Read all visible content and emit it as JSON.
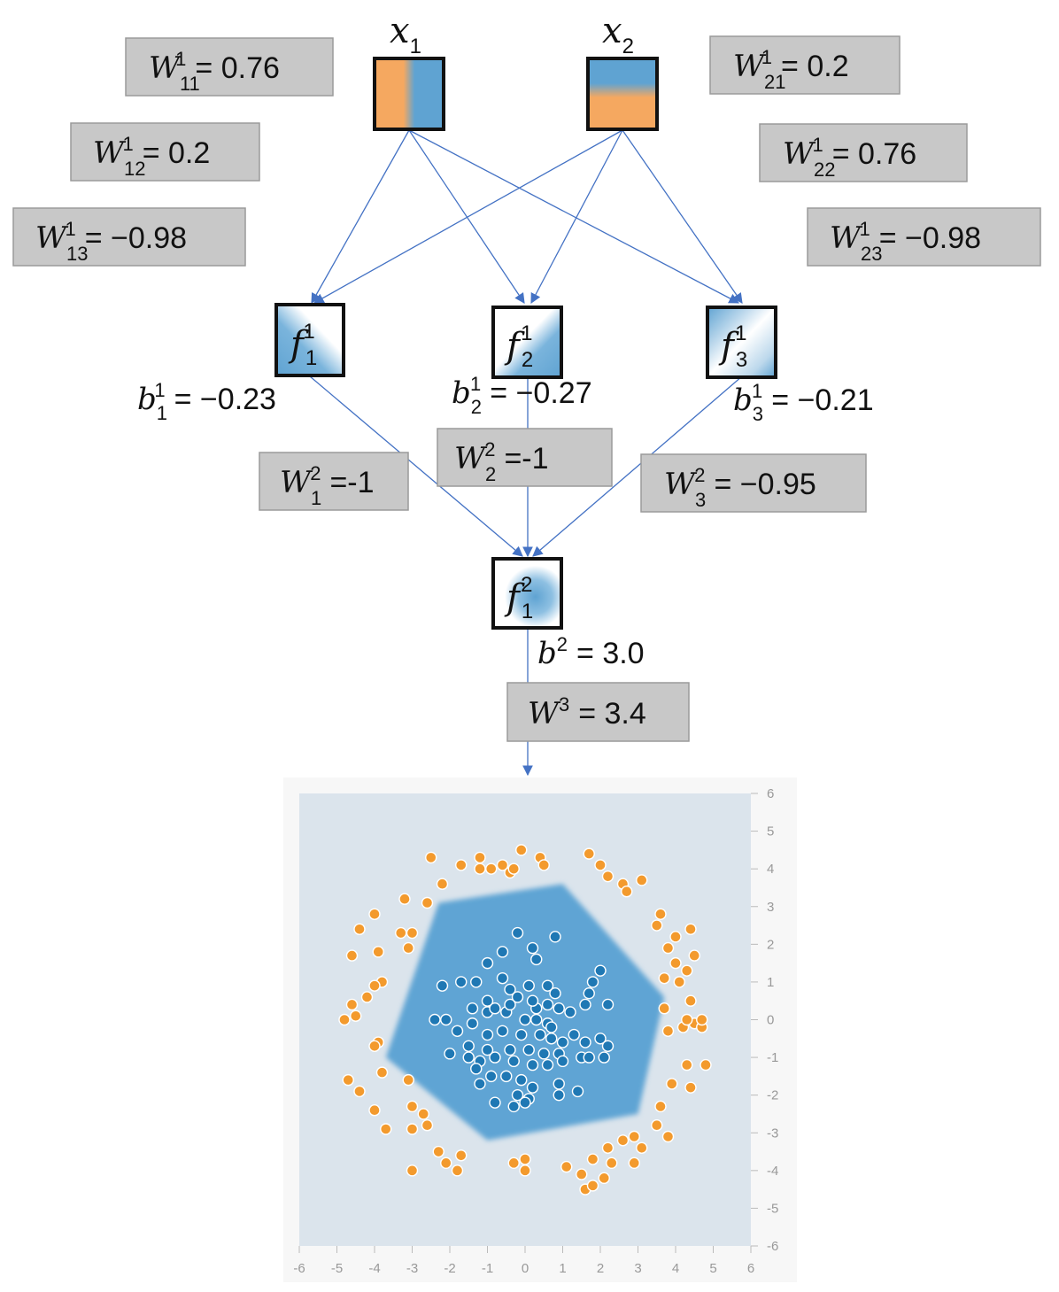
{
  "inputs": [
    {
      "id": "x1",
      "label": "x",
      "sub": "1"
    },
    {
      "id": "x2",
      "label": "x",
      "sub": "2"
    }
  ],
  "weights_layer1": [
    {
      "id": "w11",
      "base": "W",
      "sub": "11",
      "sup": "1",
      "value": "= 0.76"
    },
    {
      "id": "w12",
      "base": "W",
      "sub": "12",
      "sup": "1",
      "value": "= 0.2"
    },
    {
      "id": "w13",
      "base": "W",
      "sub": "13",
      "sup": "1",
      "value": "= −0.98"
    },
    {
      "id": "w21",
      "base": "W",
      "sub": "21",
      "sup": "1",
      "value": "= 0.2"
    },
    {
      "id": "w22",
      "base": "W",
      "sub": "22",
      "sup": "1",
      "value": "= 0.76"
    },
    {
      "id": "w23",
      "base": "W",
      "sub": "23",
      "sup": "1",
      "value": "= −0.98"
    }
  ],
  "hidden": [
    {
      "id": "f11",
      "label": "f",
      "sub": "1",
      "sup": "1"
    },
    {
      "id": "f21",
      "label": "f",
      "sub": "2",
      "sup": "1"
    },
    {
      "id": "f31",
      "label": "f",
      "sub": "3",
      "sup": "1"
    }
  ],
  "biases_layer1": [
    {
      "id": "b1",
      "base": "b",
      "sub": "1",
      "sup": "1",
      "value": "= −0.23"
    },
    {
      "id": "b2",
      "base": "b",
      "sub": "2",
      "sup": "1",
      "value": "= −0.27"
    },
    {
      "id": "b3",
      "base": "b",
      "sub": "3",
      "sup": "1",
      "value": "= −0.21"
    }
  ],
  "weights_layer2": [
    {
      "id": "w1",
      "base": "W",
      "sub": "1",
      "sup": "2",
      "value": "=-1"
    },
    {
      "id": "w2",
      "base": "W",
      "sub": "2",
      "sup": "2",
      "value": "=-1"
    },
    {
      "id": "w3",
      "base": "W",
      "sub": "3",
      "sup": "2",
      "value": "= −0.95"
    }
  ],
  "output_node": {
    "label": "f",
    "sub": "1",
    "sup": "2"
  },
  "bias2": {
    "base": "b",
    "sup": "2",
    "value": "= 3.0"
  },
  "weight3": {
    "base": "W",
    "sup": "3",
    "value": "= 3.4"
  },
  "colors": {
    "orange": "#f5a860",
    "blue": "#5fa3d2",
    "edge": "#4472c4",
    "plot_bg": "#dbe4ec",
    "region": "#5ea4d4",
    "point_orange": "#f39a2d",
    "point_blue": "#1f78b4"
  },
  "chart_data": {
    "type": "scatter",
    "xlim": [
      -6,
      6
    ],
    "ylim": [
      -6,
      6
    ],
    "x_ticks": [
      "-6",
      "-5",
      "-4",
      "-3",
      "-2",
      "-1",
      "0",
      "1",
      "2",
      "3",
      "4",
      "5",
      "6"
    ],
    "y_ticks": [
      "6",
      "5",
      "4",
      "3",
      "2",
      "1",
      "0",
      "-1",
      "-2",
      "-3",
      "-4",
      "-5",
      "-6"
    ],
    "decision_region_polygon": [
      [
        -2.3,
        3.1
      ],
      [
        1.0,
        3.6
      ],
      [
        3.7,
        0.6
      ],
      [
        3.0,
        -2.5
      ],
      [
        -1.0,
        -3.2
      ],
      [
        -3.7,
        -1.0
      ]
    ],
    "series": [
      {
        "class": "orange",
        "points": [
          [
            -2.5,
            4.3
          ],
          [
            -1.7,
            4.1
          ],
          [
            -1.2,
            4.0
          ],
          [
            -0.9,
            4.0
          ],
          [
            -0.4,
            3.9
          ],
          [
            -0.3,
            4.0
          ],
          [
            -0.1,
            4.5
          ],
          [
            0.4,
            4.3
          ],
          [
            0.5,
            4.1
          ],
          [
            1.7,
            4.4
          ],
          [
            2.0,
            4.1
          ],
          [
            2.2,
            3.8
          ],
          [
            2.6,
            3.6
          ],
          [
            2.7,
            3.4
          ],
          [
            3.1,
            3.7
          ],
          [
            -2.6,
            3.1
          ],
          [
            -3.2,
            3.2
          ],
          [
            -4.0,
            2.8
          ],
          [
            -4.4,
            2.4
          ],
          [
            -3.3,
            2.3
          ],
          [
            -3.0,
            2.3
          ],
          [
            -3.1,
            1.9
          ],
          [
            -3.9,
            1.8
          ],
          [
            -4.6,
            1.7
          ],
          [
            -3.8,
            1.0
          ],
          [
            -4.0,
            0.9
          ],
          [
            -4.2,
            0.6
          ],
          [
            -4.6,
            0.4
          ],
          [
            -4.5,
            0.1
          ],
          [
            -4.8,
            0.0
          ],
          [
            -3.9,
            -0.6
          ],
          [
            -4.0,
            -0.7
          ],
          [
            -4.7,
            -1.6
          ],
          [
            -3.8,
            -1.4
          ],
          [
            -3.1,
            -1.6
          ],
          [
            -3.0,
            -2.3
          ],
          [
            -2.7,
            -2.5
          ],
          [
            -4.0,
            -2.4
          ],
          [
            -4.4,
            -1.9
          ],
          [
            -3.7,
            -2.9
          ],
          [
            -3.0,
            -2.9
          ],
          [
            -2.6,
            -2.8
          ],
          [
            -2.1,
            -3.8
          ],
          [
            -1.7,
            -3.6
          ],
          [
            -1.8,
            -4.0
          ],
          [
            -2.3,
            -3.5
          ],
          [
            -3.0,
            -4.0
          ],
          [
            -0.3,
            -3.8
          ],
          [
            0.0,
            -3.7
          ],
          [
            0.0,
            -4.0
          ],
          [
            1.1,
            -3.9
          ],
          [
            1.8,
            -3.7
          ],
          [
            1.5,
            -4.1
          ],
          [
            1.6,
            -4.5
          ],
          [
            1.8,
            -4.4
          ],
          [
            2.1,
            -4.2
          ],
          [
            2.3,
            -3.8
          ],
          [
            2.2,
            -3.4
          ],
          [
            2.6,
            -3.2
          ],
          [
            2.9,
            -3.1
          ],
          [
            3.1,
            -3.4
          ],
          [
            2.9,
            -3.8
          ],
          [
            3.5,
            -2.8
          ],
          [
            3.8,
            -3.1
          ],
          [
            3.6,
            -2.3
          ],
          [
            3.9,
            -1.7
          ],
          [
            4.4,
            -1.8
          ],
          [
            4.3,
            -1.2
          ],
          [
            3.7,
            0.3
          ],
          [
            3.8,
            -0.3
          ],
          [
            4.2,
            -0.2
          ],
          [
            4.5,
            -0.1
          ],
          [
            4.7,
            -0.2
          ],
          [
            4.7,
            0.0
          ],
          [
            4.3,
            0.0
          ],
          [
            4.4,
            0.5
          ],
          [
            4.1,
            1.0
          ],
          [
            3.7,
            1.1
          ],
          [
            4.3,
            1.3
          ],
          [
            4.0,
            1.5
          ],
          [
            3.8,
            1.9
          ],
          [
            4.5,
            1.7
          ],
          [
            4.0,
            2.2
          ],
          [
            4.4,
            2.4
          ],
          [
            3.5,
            2.5
          ],
          [
            3.6,
            2.8
          ],
          [
            4.8,
            -1.2
          ],
          [
            -1.2,
            4.3
          ],
          [
            -2.2,
            3.6
          ],
          [
            -0.6,
            4.1
          ]
        ]
      },
      {
        "class": "blue",
        "points": [
          [
            -0.2,
            2.3
          ],
          [
            0.8,
            2.2
          ],
          [
            -0.6,
            1.8
          ],
          [
            0.2,
            1.9
          ],
          [
            0.3,
            1.6
          ],
          [
            -1.0,
            1.5
          ],
          [
            2.0,
            1.3
          ],
          [
            -2.2,
            0.9
          ],
          [
            -1.7,
            1.0
          ],
          [
            -1.3,
            1.0
          ],
          [
            -0.6,
            1.1
          ],
          [
            -0.4,
            0.8
          ],
          [
            0.1,
            0.9
          ],
          [
            0.6,
            0.9
          ],
          [
            0.8,
            0.7
          ],
          [
            1.7,
            0.7
          ],
          [
            1.8,
            1.0
          ],
          [
            -1.0,
            0.5
          ],
          [
            -0.2,
            0.6
          ],
          [
            0.3,
            0.3
          ],
          [
            0.6,
            0.4
          ],
          [
            0.9,
            0.3
          ],
          [
            1.6,
            0.4
          ],
          [
            -1.4,
            0.3
          ],
          [
            -1.0,
            0.2
          ],
          [
            -0.5,
            0.2
          ],
          [
            0.0,
            0.0
          ],
          [
            0.3,
            0.0
          ],
          [
            0.6,
            -0.1
          ],
          [
            1.2,
            0.2
          ],
          [
            2.2,
            0.4
          ],
          [
            -2.4,
            0.0
          ],
          [
            -2.1,
            0.0
          ],
          [
            -1.8,
            -0.3
          ],
          [
            -1.4,
            -0.1
          ],
          [
            -1.0,
            -0.4
          ],
          [
            -0.6,
            -0.3
          ],
          [
            -0.1,
            -0.4
          ],
          [
            0.4,
            -0.4
          ],
          [
            0.7,
            -0.5
          ],
          [
            1.3,
            -0.4
          ],
          [
            1.6,
            -0.6
          ],
          [
            2.0,
            -0.5
          ],
          [
            2.2,
            -0.7
          ],
          [
            -1.5,
            -0.7
          ],
          [
            -1.0,
            -0.8
          ],
          [
            -0.4,
            -0.8
          ],
          [
            0.1,
            -0.8
          ],
          [
            0.5,
            -0.9
          ],
          [
            0.9,
            -0.9
          ],
          [
            1.5,
            -1.0
          ],
          [
            1.7,
            -1.0
          ],
          [
            2.1,
            -1.0
          ],
          [
            -2.0,
            -0.9
          ],
          [
            -1.5,
            -1.0
          ],
          [
            -1.2,
            -1.1
          ],
          [
            -0.8,
            -1.0
          ],
          [
            -0.3,
            -1.1
          ],
          [
            0.2,
            -1.2
          ],
          [
            0.6,
            -1.2
          ],
          [
            1.0,
            -1.1
          ],
          [
            -1.3,
            -1.3
          ],
          [
            -0.9,
            -1.5
          ],
          [
            -0.5,
            -1.5
          ],
          [
            -0.1,
            -1.6
          ],
          [
            0.2,
            -1.8
          ],
          [
            -1.2,
            -1.7
          ],
          [
            -0.2,
            -2.0
          ],
          [
            0.1,
            -2.1
          ],
          [
            0.9,
            -1.7
          ],
          [
            0.9,
            -2.0
          ],
          [
            1.4,
            -1.9
          ],
          [
            -0.8,
            -2.2
          ],
          [
            -0.3,
            -2.3
          ],
          [
            0.0,
            -2.2
          ],
          [
            -0.8,
            0.3
          ],
          [
            0.2,
            0.5
          ],
          [
            -0.4,
            0.4
          ],
          [
            0.7,
            -0.2
          ],
          [
            1.0,
            -0.6
          ]
        ]
      }
    ]
  }
}
